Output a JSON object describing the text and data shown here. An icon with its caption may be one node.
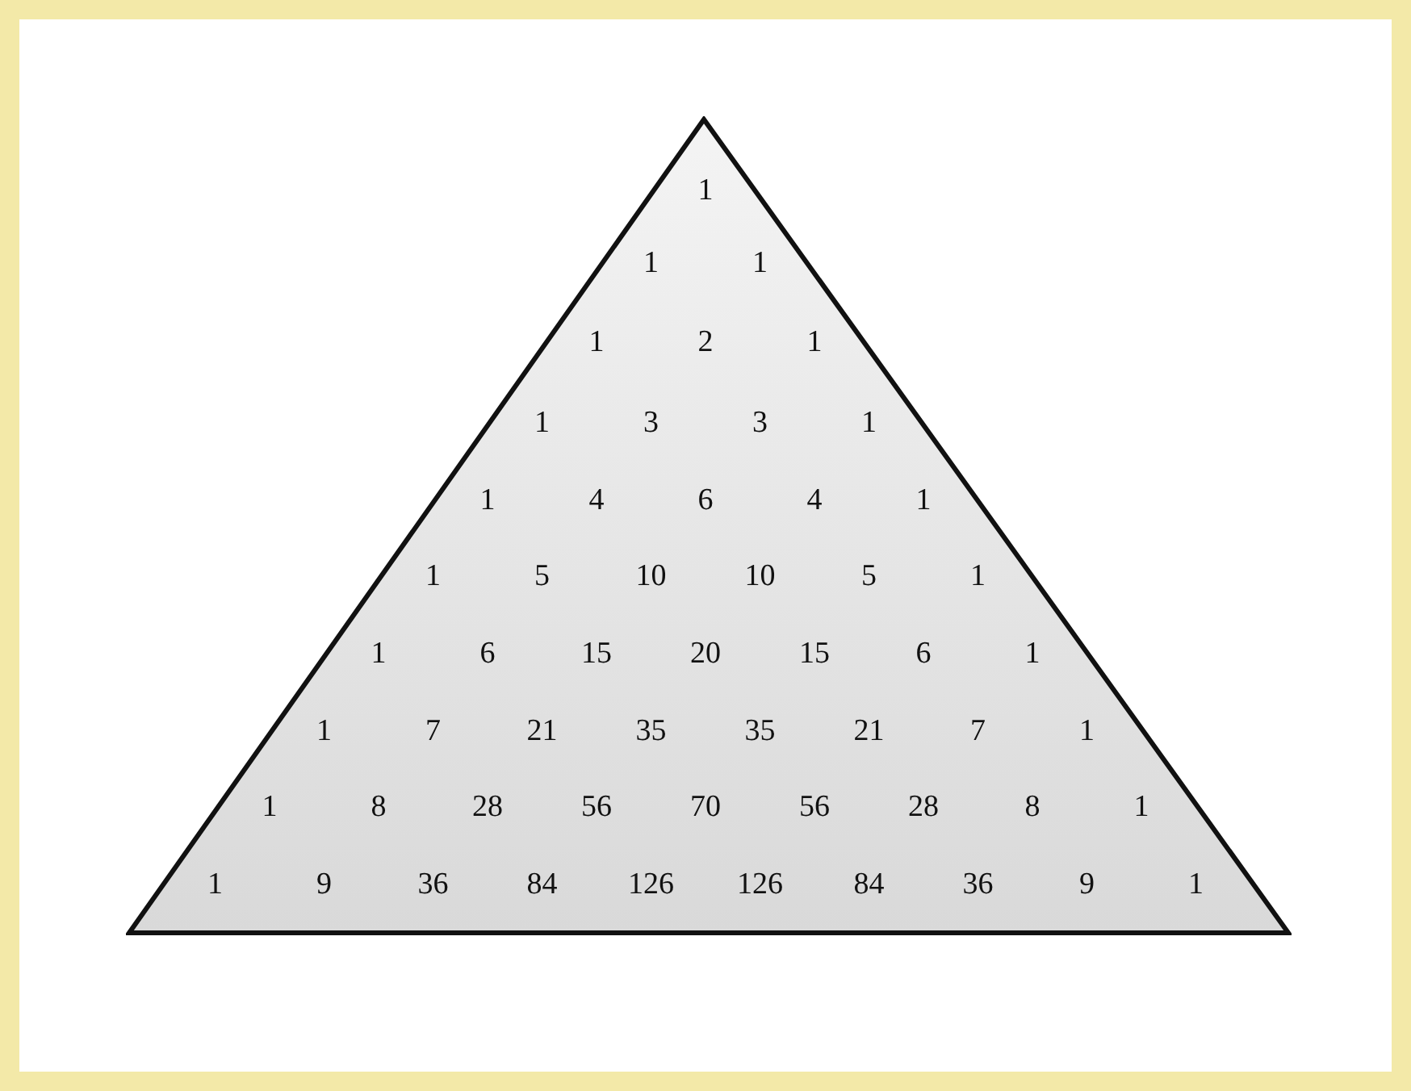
{
  "diagram": {
    "nodes": [
      {
        "text": [
          "1",
          "1",
          "1",
          "1",
          "2",
          "1",
          "1",
          "3",
          "3",
          "1",
          "1",
          "4",
          "6",
          "4",
          "1",
          "1",
          "5",
          "10",
          "10",
          "5",
          "1",
          "1",
          "6",
          "15",
          "20",
          "15",
          "6",
          "1",
          "1",
          "7",
          "21",
          "35",
          "35",
          "21",
          "7",
          "1",
          "1",
          "8",
          "28",
          "56",
          "70",
          "56",
          "28",
          "8",
          "1",
          "1",
          "9",
          "36",
          "84",
          "126",
          "126",
          "84",
          "36",
          "9",
          "1"
        ]
      }
    ]
  }
}
